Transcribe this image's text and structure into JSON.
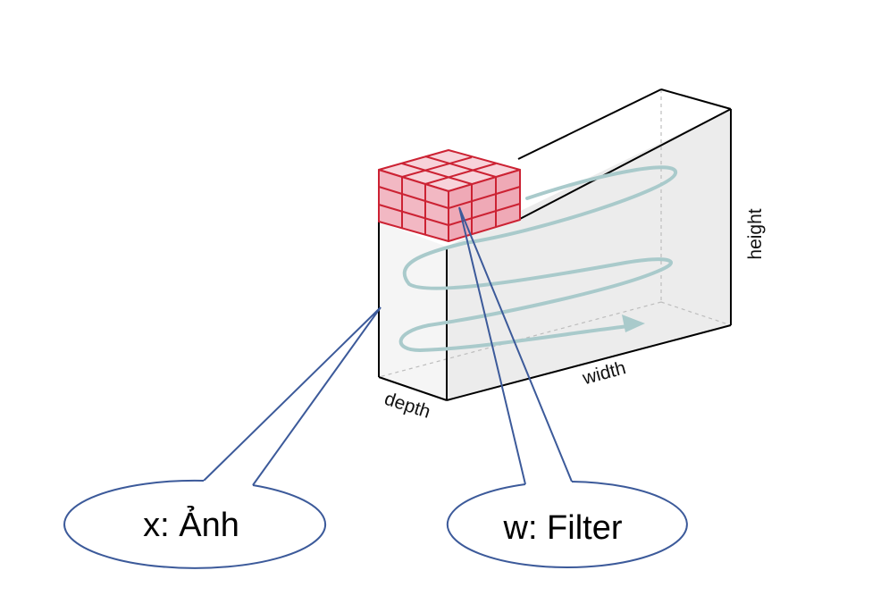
{
  "labels": {
    "height": "height",
    "width": "width",
    "depth": "depth"
  },
  "callouts": {
    "image": "x: Ảnh",
    "filter": "w: Filter"
  },
  "colors": {
    "box_edge": "#000000",
    "box_front": "#f4f4f4",
    "box_side": "#ececec",
    "filter_fill": "#f2b8c3",
    "filter_edge": "#cc2233",
    "scan_path": "#a9cacb",
    "callout_line": "#3c5a9a"
  }
}
